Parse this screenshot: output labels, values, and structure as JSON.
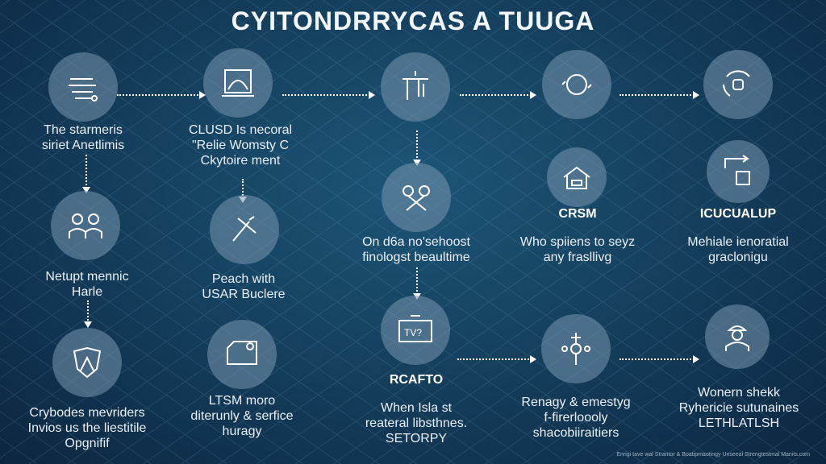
{
  "title": "CYITONDRRYCAS A TUUGA",
  "nodes": [
    {
      "icon": "wind-icon",
      "lines": [
        "The starmeris",
        "siriet Anetlimis"
      ]
    },
    {
      "icon": "document-chart-icon",
      "lines": [
        "CLUSD Is necoral",
        "\"Relie Womsty C",
        "Ckytoire ment"
      ]
    },
    {
      "icon": "tools-icon",
      "lines": []
    },
    {
      "icon": "cycle-icon",
      "lines": []
    },
    {
      "icon": "signal-icon",
      "lines": []
    },
    {
      "icon": "people-icon",
      "lines": [
        "Netupt mennic",
        "Harle"
      ]
    },
    {
      "icon": "wrench-icon",
      "lines": [
        "Peach with",
        "USAR Buclere"
      ]
    },
    {
      "icon": "scissors-icon",
      "lines": [
        "On d6a no'sehoost",
        "finologst beaultime"
      ]
    },
    {
      "icon": "house-icon",
      "heading": "CRSM",
      "lines": [
        "Who spiiens to seyz",
        "any frasllivg"
      ]
    },
    {
      "icon": "board-icon",
      "heading": "ICUCUALUP",
      "lines": [
        "Mehiale ienoratial",
        "graclonigu"
      ]
    },
    {
      "icon": "shield-icon",
      "lines": [
        "Crybodes mevriders",
        "Invios us the liestitile",
        "Opgnifif"
      ]
    },
    {
      "icon": "machine-icon",
      "lines": [
        "LTSM moro",
        "diterunly & serfice",
        "huragy"
      ]
    },
    {
      "icon": "tv-icon",
      "heading": "RCAFTO",
      "lines": [
        "When Isla st",
        "reateral libsthnes.",
        "SETORPY"
      ]
    },
    {
      "icon": "network-icon",
      "lines": [
        "Renagy & emestyg",
        "f-firerloooly",
        "shacobiiraitiers"
      ]
    },
    {
      "icon": "worker-icon",
      "lines": [
        "Wonern shekk",
        "Ryhericie sutunaines",
        "LETHLATLSH"
      ]
    }
  ],
  "footer": "Enrigi tave wal Strantor & Boatipmaotingy Unseeal Strengtestmal Manits.com"
}
